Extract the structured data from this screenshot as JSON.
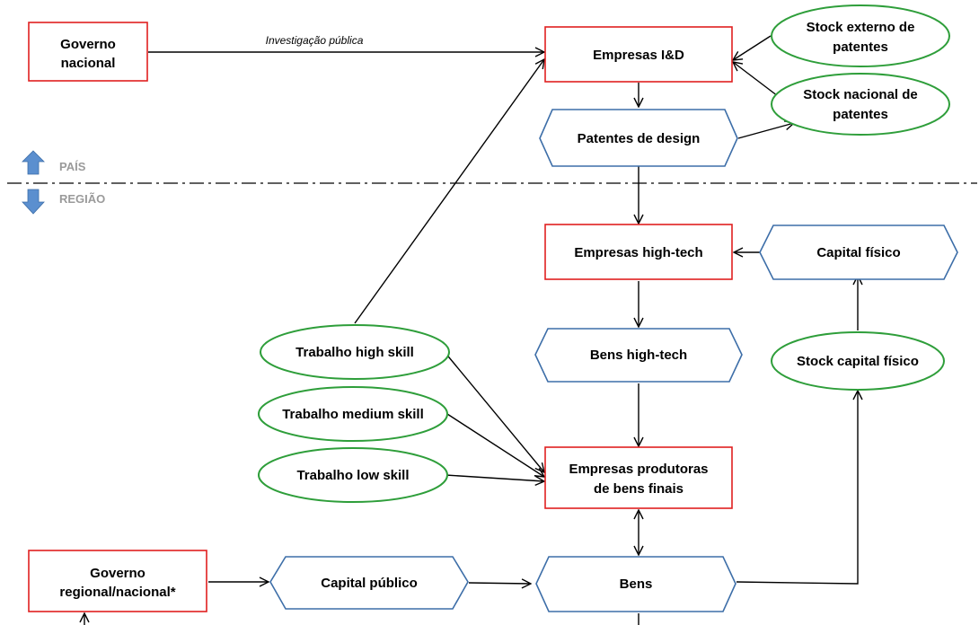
{
  "nodes": {
    "governo_nacional": {
      "lines": [
        "Governo",
        "nacional"
      ]
    },
    "empresas_id": {
      "lines": [
        "Empresas I&D"
      ]
    },
    "stock_externo": {
      "lines": [
        "Stock externo de",
        "patentes"
      ]
    },
    "stock_nacional": {
      "lines": [
        "Stock nacional de",
        "patentes"
      ]
    },
    "patentes_design": {
      "lines": [
        "Patentes de design"
      ]
    },
    "empresas_hightech": {
      "lines": [
        "Empresas high-tech"
      ]
    },
    "capital_fisico": {
      "lines": [
        "Capital físico"
      ]
    },
    "bens_hightech": {
      "lines": [
        "Bens high-tech"
      ]
    },
    "stock_capital_fisico": {
      "lines": [
        "Stock capital físico"
      ]
    },
    "trabalho_high": {
      "lines": [
        "Trabalho high skill"
      ]
    },
    "trabalho_medium": {
      "lines": [
        "Trabalho medium skill"
      ]
    },
    "trabalho_low": {
      "lines": [
        "Trabalho low skill"
      ]
    },
    "empresas_produtoras": {
      "lines": [
        "Empresas produtoras",
        "de bens finais"
      ]
    },
    "governo_regional": {
      "lines": [
        "Governo",
        "regional/nacional*"
      ]
    },
    "capital_publico": {
      "lines": [
        "Capital público"
      ]
    },
    "bens": {
      "lines": [
        "Bens"
      ]
    }
  },
  "edge_labels": {
    "investigacao_publica": "Investigação pública"
  },
  "legend": {
    "pais": "PAÍS",
    "regiao": "REGIÃO"
  },
  "colors": {
    "red_box": "#e02020",
    "green_ellipse": "#2e9e3a",
    "blue_hexagon": "#3d6ea8",
    "legend_arrow": "#5b8fcf",
    "legend_text": "#9a9a9a"
  }
}
